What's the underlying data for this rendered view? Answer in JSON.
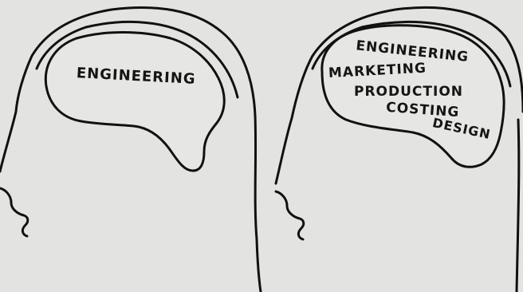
{
  "left_head": {
    "brain_label": "ENGINEERING"
  },
  "right_head": {
    "brain_labels": [
      "ENGINEERING",
      "MARKETING",
      "PRODUCTION",
      "COSTING",
      "DESIGN"
    ]
  },
  "colors": {
    "background": "#e3e3e1",
    "ink": "#111111"
  }
}
